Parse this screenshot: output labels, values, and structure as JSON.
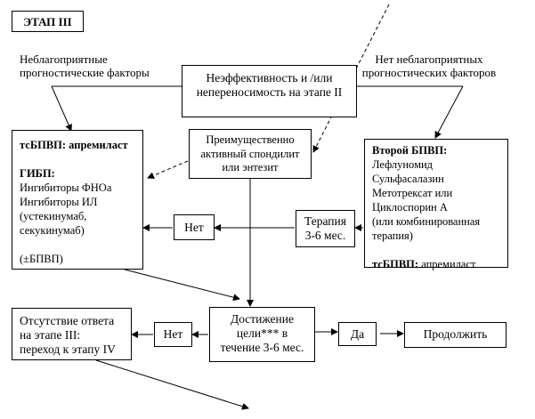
{
  "stage_title": "ЭТАП III",
  "labels": {
    "unfavorable": [
      "Неблагоприятные",
      "прогностические факторы"
    ],
    "no_unfavorable": [
      "Нет неблагоприятных",
      "прогностических факторов"
    ]
  },
  "nodes": {
    "ineffectiveness": [
      "Неэффективность и /или",
      "непереносимость на этапе II"
    ],
    "spondylitis": [
      "Преимущественно",
      "активный спондилит",
      "или энтезит"
    ],
    "left_therapy": {
      "tsdmard_label": "тсБПВП: апремиласт",
      "bio_label": "ГИБП:",
      "bio_items": [
        "Ингибиторы ФНОа",
        "Ингибиторы ИЛ",
        "(устекинумаб,",
        "секукинумаб)"
      ],
      "footer": "(±БПВП)"
    },
    "right_therapy": {
      "title": "Второй БПВП:",
      "items": [
        "Лефлуномид",
        "Сульфасалазин",
        "Метотрексат или",
        "Циклоспорин А",
        "(или комбинированная",
        "терапия)"
      ],
      "tsdmard_bold": "тсБПВП:",
      "tsdmard_value": " апремиласт"
    },
    "therapy_duration": [
      "Терапия",
      "3-6 мес."
    ],
    "no_upper": "Нет",
    "goal": [
      "Достижение",
      "цели*** в",
      "течение 3-6 мес."
    ],
    "no_lower": "Нет",
    "no_response": [
      "Отсутствие ответа",
      "на этапе III:",
      "переход к этапу IV"
    ],
    "yes": "Да",
    "continue": "Продолжить"
  }
}
